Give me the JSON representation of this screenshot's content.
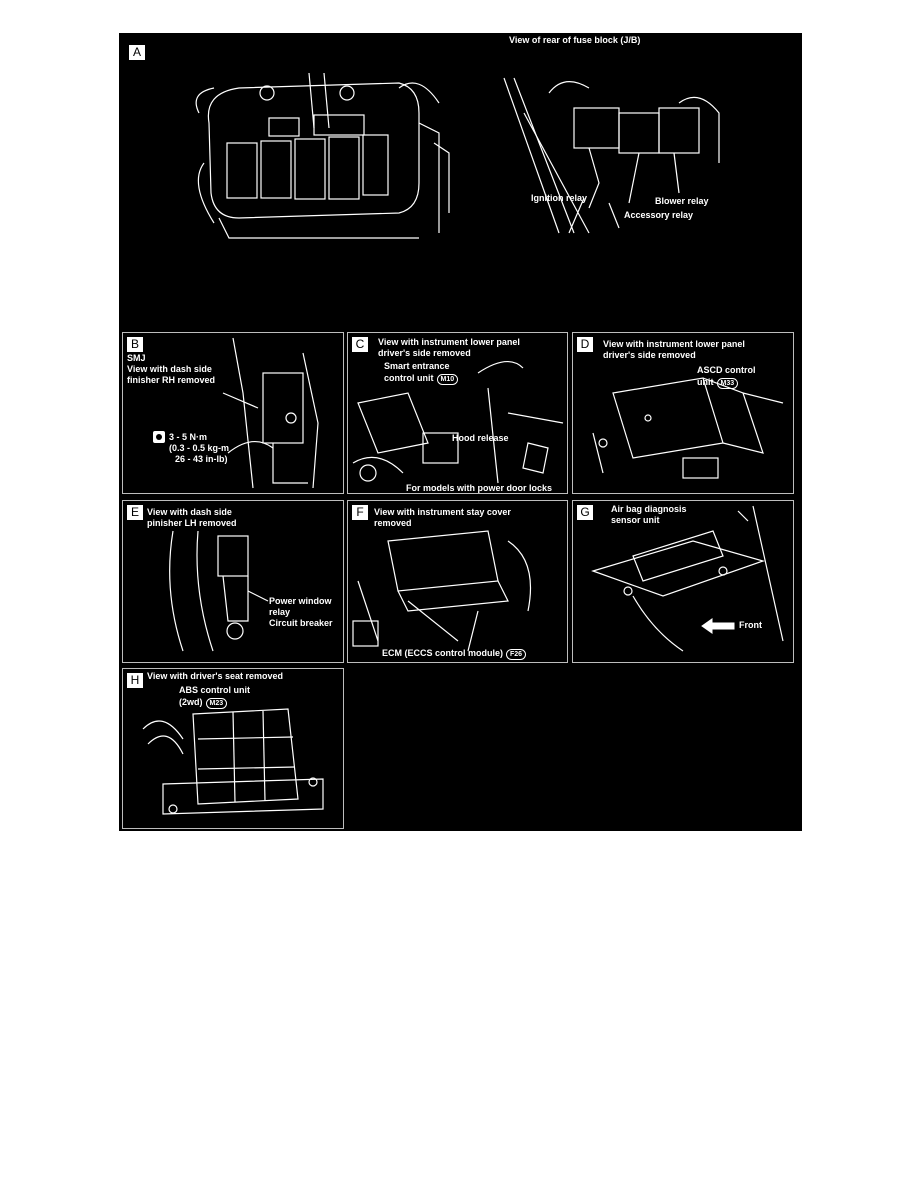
{
  "panels": {
    "a": {
      "letter": "A",
      "rear_caption": "View of rear of fuse block (J/B)",
      "ignition_relay": "Ignition relay",
      "blower_relay": "Blower relay",
      "accessory_relay": "Accessory relay"
    },
    "b": {
      "letter": "B",
      "smj": "SMJ",
      "caption_line1": "View with dash side",
      "caption_line2": "finisher RH removed",
      "torque_line1": "3 - 5 N·m",
      "torque_line2": "(0.3 - 0.5 kg-m",
      "torque_line3": "26 - 43 in-lb)"
    },
    "c": {
      "letter": "C",
      "caption_line1": "View with instrument lower panel",
      "caption_line2": "driver's side removed",
      "smart_line1": "Smart entrance",
      "smart_line2": "control unit",
      "smart_connector": "M10",
      "hood_release": "Hood release",
      "footnote": "For models with power door locks"
    },
    "d": {
      "letter": "D",
      "caption_line1": "View with instrument lower panel",
      "caption_line2": "driver's side removed",
      "ascd_line1": "ASCD control",
      "ascd_line2": "unit",
      "ascd_connector": "M33"
    },
    "e": {
      "letter": "E",
      "caption_line1": "View with dash side",
      "caption_line2": "pinisher LH removed",
      "power_window_line1": "Power window",
      "power_window_line2": "relay",
      "circuit_breaker": "Circuit breaker"
    },
    "f": {
      "letter": "F",
      "caption_line1": "View with instrument stay cover",
      "caption_line2": "removed",
      "ecm_label": "ECM (ECCS control module)",
      "ecm_connector": "F26"
    },
    "g": {
      "letter": "G",
      "airbag_line1": "Air bag diagnosis",
      "airbag_line2": "sensor unit",
      "front": "Front"
    },
    "h": {
      "letter": "H",
      "caption": "View with driver's seat removed",
      "abs_line1": "ABS control unit",
      "abs_line2": "(2wd)",
      "abs_connector": "M23"
    }
  }
}
